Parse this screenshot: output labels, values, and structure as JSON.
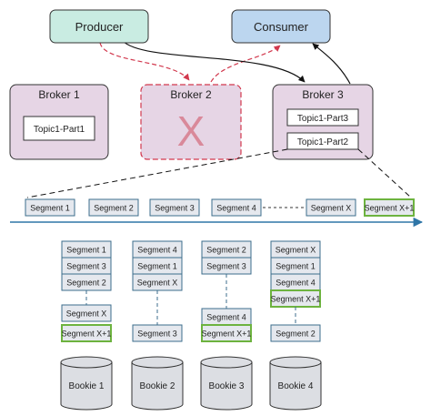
{
  "producer": {
    "label": "Producer"
  },
  "consumer": {
    "label": "Consumer"
  },
  "brokers": [
    {
      "label": "Broker 1",
      "status": "up",
      "partitions": [
        "Topic1-Part1"
      ]
    },
    {
      "label": "Broker 2",
      "status": "failed",
      "failed_mark": "X",
      "partitions": []
    },
    {
      "label": "Broker 3",
      "status": "up",
      "partitions": [
        "Topic1-Part3",
        "Topic1-Part2"
      ]
    }
  ],
  "segment_timeline": [
    "Segment 1",
    "Segment 2",
    "Segment 3",
    "Segment 4",
    "Segment X",
    "Segment X+1"
  ],
  "bookies": [
    {
      "label": "Bookie 1",
      "segments": [
        "Segment 1",
        "Segment 3",
        "Segment 2"
      ],
      "lower_segments": [
        "Segment X",
        "Segment X+1"
      ]
    },
    {
      "label": "Bookie 2",
      "segments": [
        "Segment 4",
        "Segment 1",
        "Segment X"
      ],
      "lower_segments": [
        "Segment 3"
      ]
    },
    {
      "label": "Bookie 3",
      "segments": [
        "Segment 2",
        "Segment 3"
      ],
      "lower_segments": [
        "Segment 4",
        "Segment X+1"
      ]
    },
    {
      "label": "Bookie 4",
      "segments": [
        "Segment X",
        "Segment 1",
        "Segment 4",
        "Segment X+1"
      ],
      "lower_segments": [
        "Segment 2"
      ]
    }
  ],
  "colors": {
    "producer_fill": "#c9ece2",
    "consumer_fill": "#bcd6ef",
    "broker_fill": "#e6d5e5",
    "failed_mark": "#d9899a",
    "failed_link": "#d2394e",
    "segment_fill": "#e5e8ee",
    "segment_border": "#3c6e8c",
    "new_segment_border": "#6db33f",
    "timeline": "#2f76a7",
    "bookie_fill": "#dcdee3"
  }
}
